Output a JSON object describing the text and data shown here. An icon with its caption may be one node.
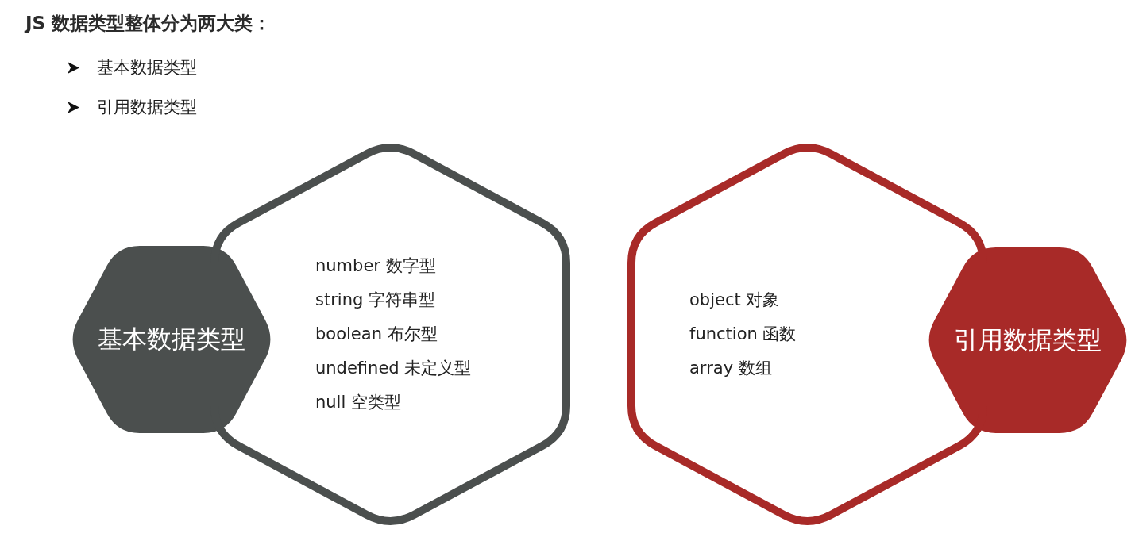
{
  "diagram": {
    "title": "JS 数据类型整体分为两大类：",
    "nodes": [
      {
        "text": [
          "基本数据类型"
        ]
      },
      {
        "text": [
          "number 数字型",
          "string 字符串型",
          "boolean 布尔型",
          "undefined 未定义型",
          "null 空类型"
        ]
      },
      {
        "text": [
          "object 对象",
          "function 函数",
          "array 数组"
        ]
      },
      {
        "text": [
          "引用数据类型"
        ]
      }
    ],
    "edges": [],
    "labels": [
      "基本数据类型",
      "引用数据类型"
    ]
  }
}
